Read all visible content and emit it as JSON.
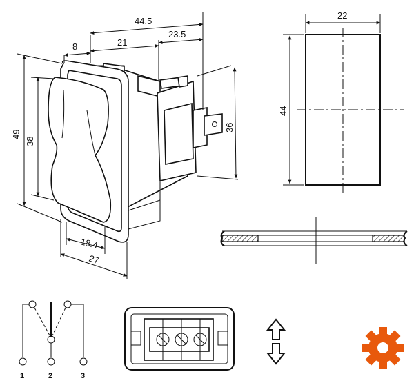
{
  "dimensions": {
    "d_44_5": "44.5",
    "d_8": "8",
    "d_21": "21",
    "d_23_5": "23.5",
    "d_49": "49",
    "d_38": "38",
    "d_36": "36",
    "d_18_4": "18.4",
    "d_27": "27",
    "d_22": "22",
    "d_44": "44"
  },
  "terminals": [
    "1",
    "2",
    "3"
  ],
  "colors": {
    "ink": "#111111",
    "logo": "#e8590c",
    "paper": "#ffffff"
  },
  "icons": {
    "logo": "gear-logo-icon",
    "direction": "up-down-arrows-icon"
  }
}
